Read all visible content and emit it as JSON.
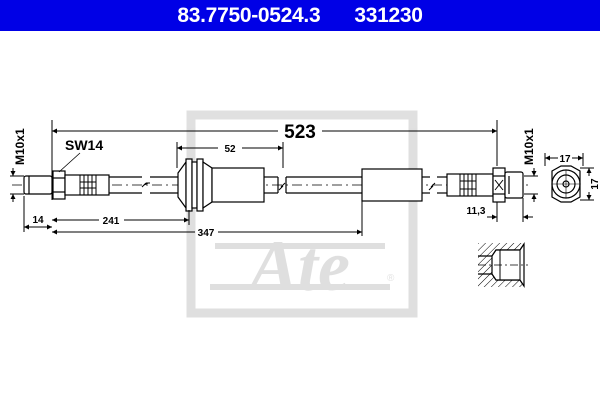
{
  "header": {
    "part_number": "83.7750-0524.3",
    "ref_number": "331230",
    "background_color": "#0000e6"
  },
  "drawing": {
    "type": "brake hose technical drawing",
    "watermark": "Ate",
    "watermark_mark": "®",
    "labels": {
      "thread_left": "M10x1",
      "thread_right": "M10x1",
      "wrench_size": "SW14"
    },
    "dimensions": {
      "overall_length": "523",
      "sleeve_length": "52",
      "left_thread_length": "14",
      "left_to_sleeve": "241",
      "left_to_right_sleeve": "347",
      "right_fitting": "11,3",
      "end_view_width": "17",
      "end_view_height": "17"
    }
  }
}
